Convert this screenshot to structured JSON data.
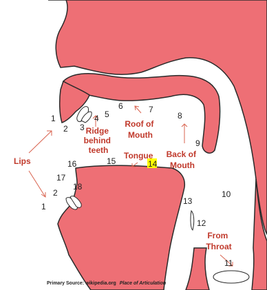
{
  "colors": {
    "tissue": "#ee6f75",
    "outline": "#2a2a2a",
    "label": "#c0392b",
    "arrow": "#d9634f",
    "highlight": "#ffff00"
  },
  "region_labels": {
    "lips": "Lips",
    "ridge": [
      "Ridge",
      "behind",
      "teeth"
    ],
    "roof": [
      "Roof of",
      "Mouth"
    ],
    "tongue": "Tongue",
    "back": [
      "Back of",
      "Mouth"
    ],
    "throat": [
      "From",
      "Throat"
    ]
  },
  "numbers": [
    "1",
    "2",
    "3",
    "4",
    "5",
    "6",
    "7",
    "8",
    "9",
    "10",
    "11",
    "12",
    "13",
    "14",
    "15",
    "16",
    "17",
    "18",
    "2",
    "1"
  ],
  "highlighted_number": "14",
  "source": {
    "prefix": "Primary Source: wikipedia.org",
    "title": "Place of Articulation"
  }
}
